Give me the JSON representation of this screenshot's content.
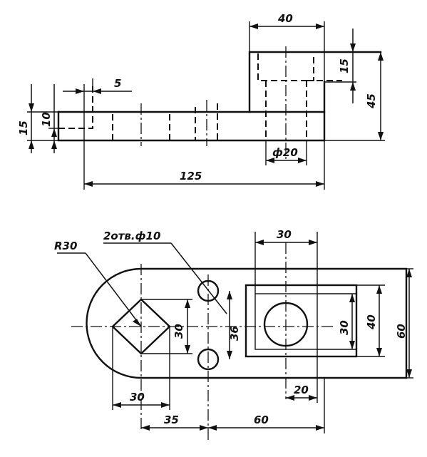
{
  "views": {
    "front": {
      "dims": {
        "d40": "40",
        "d15_right": "15",
        "d45": "45",
        "d5": "5",
        "d15_left": "15",
        "d10": "10",
        "d_phi20": "ф20",
        "d125": "125"
      }
    },
    "top": {
      "dims": {
        "r30": "R30",
        "holes": "2отв.ф10",
        "d30_top": "30",
        "d30_vert": "30",
        "d36": "36",
        "d30_inner": "30",
        "d40": "40",
        "d60_right": "60",
        "d30_bottom": "30",
        "d20": "20",
        "d35": "35",
        "d60_bottom": "60"
      }
    }
  }
}
